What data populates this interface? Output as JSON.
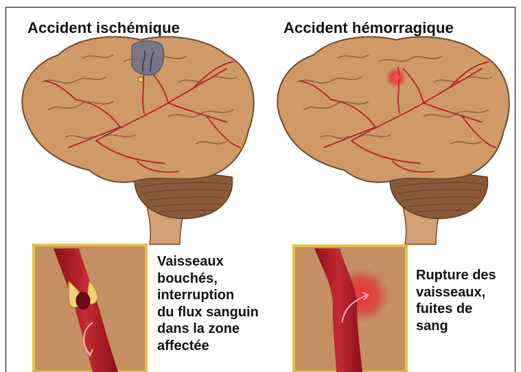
{
  "left": {
    "title": "Accident ischémique",
    "caption_lines": [
      "Vaisseaux",
      "bouchés,",
      "interruption",
      "du flux sanguin",
      "dans la zone",
      "affectée"
    ]
  },
  "right": {
    "title": "Accident hémorragique",
    "caption_lines": [
      "Rupture des",
      "vaisseaux,",
      "fuites de",
      "sang"
    ]
  },
  "colors": {
    "brain": "#cf9a68",
    "brain_outline": "#6e4a2d",
    "cerebellum": "#8a5a38",
    "artery": "#b3202a",
    "clot": "#6b6f8f",
    "bleed": "#e2202e",
    "inset_border": "#e3c24a",
    "inset_bg": "#c49062"
  }
}
